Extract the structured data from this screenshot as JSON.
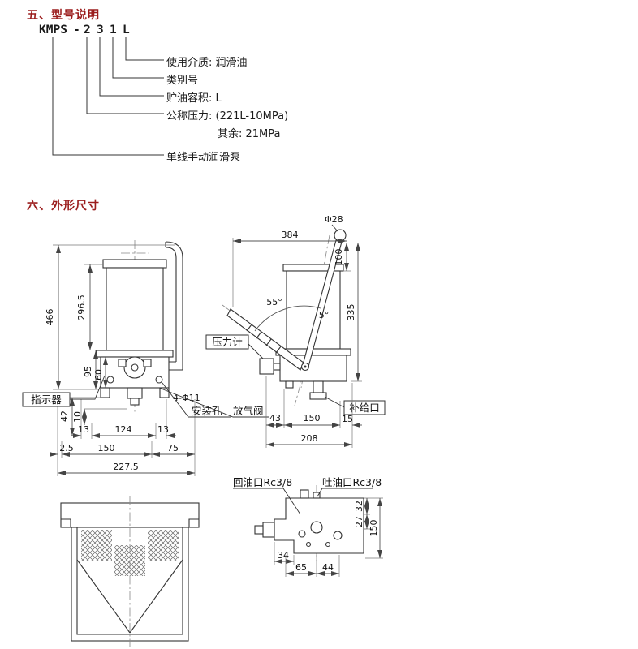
{
  "sections": {
    "model_title": "五、型号说明",
    "dims_title": "六、外形尺寸"
  },
  "model": {
    "parts": [
      "KMPS",
      "-",
      "2",
      "3",
      "1",
      "L"
    ],
    "labels": {
      "medium": "使用介质: 润滑油",
      "category": "类别号",
      "volume": "贮油容积: L",
      "pressure": "公称压力: (221L-10MPa)",
      "pressure_rest": "其余: 21MPa",
      "name": "单线手动润滑泵"
    }
  },
  "front": {
    "d466": "466",
    "d296": "296.5",
    "d95": "95",
    "d60": "60",
    "d42": "42",
    "d10": "10",
    "d13a": "13",
    "d124": "124",
    "d13b": "13",
    "d2_5": "2.5",
    "d150": "150",
    "d75": "75",
    "d227": "227.5",
    "indicator": "指示器",
    "holes": "4-Φ11",
    "holes2": "安装孔",
    "air_valve": "放气阀"
  },
  "side": {
    "phi28": "Φ28",
    "d384": "384",
    "d100": "100",
    "d335": "335",
    "a55": "55°",
    "a5": "5°",
    "gauge": "压力计",
    "supply": "补给口",
    "d43": "43",
    "d150": "150",
    "d15": "15",
    "d208": "208"
  },
  "ports": {
    "return_port": "回油口Rc3/8",
    "discharge_port": "吐油口Rc3/8",
    "d34": "34",
    "d65": "65",
    "d44": "44",
    "d32": "32",
    "d27": "27",
    "d150": "150"
  }
}
